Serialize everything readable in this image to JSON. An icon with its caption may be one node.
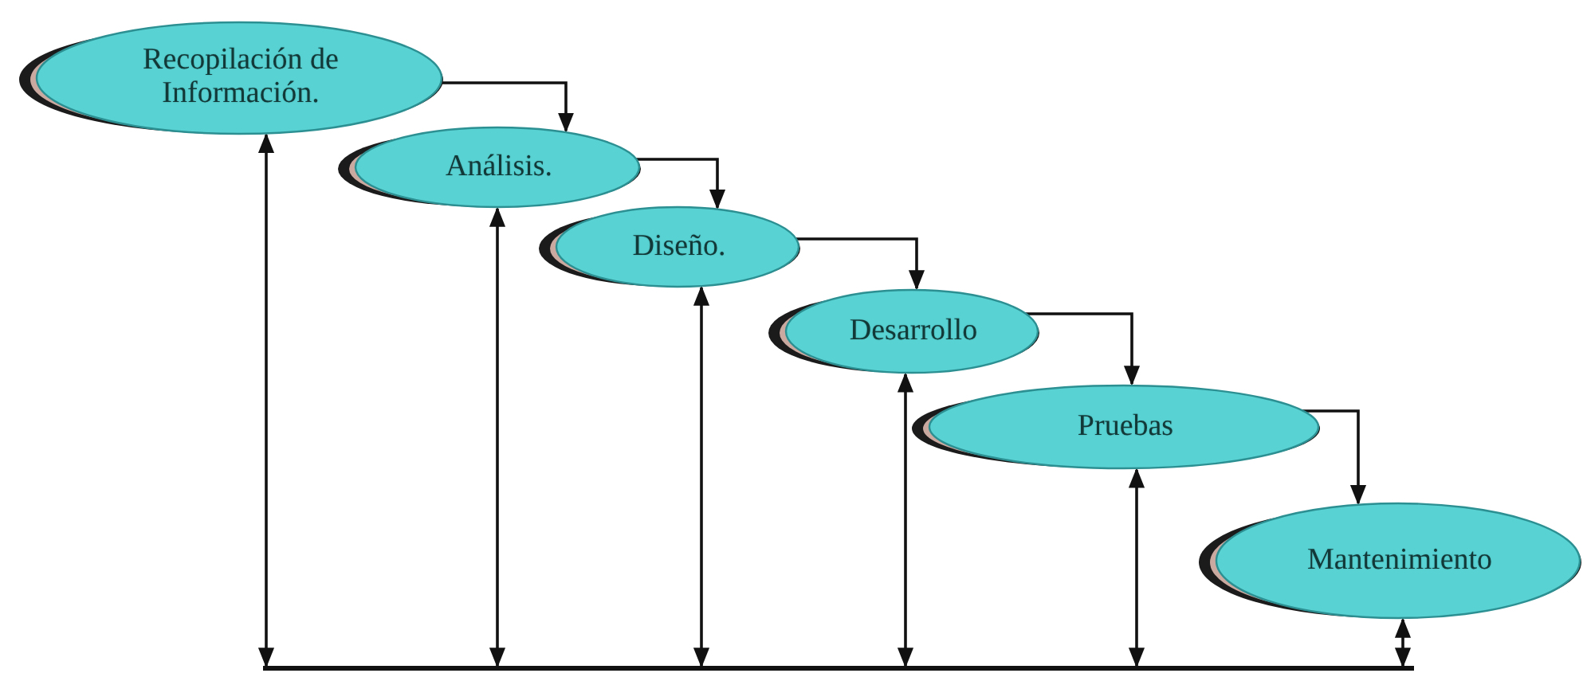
{
  "diagram": {
    "nodes": [
      {
        "text": [
          "Recopilación de Información."
        ]
      },
      {
        "text": [
          "Análisis."
        ]
      },
      {
        "text": [
          "Diseño."
        ]
      },
      {
        "text": [
          "Desarrollo"
        ]
      },
      {
        "text": [
          "Pruebas"
        ]
      },
      {
        "text": [
          "Mantenimiento"
        ]
      },
      {
        "text": [],
        "shape": "bar"
      }
    ],
    "edges": [
      {
        "from": 0,
        "to": 1,
        "arrow": "to"
      },
      {
        "from": 1,
        "to": 2,
        "arrow": "to"
      },
      {
        "from": 2,
        "to": 3,
        "arrow": "to"
      },
      {
        "from": 3,
        "to": 4,
        "arrow": "to"
      },
      {
        "from": 4,
        "to": 5,
        "arrow": "to"
      },
      {
        "from": 6,
        "to": 0,
        "arrow": "both"
      },
      {
        "from": 6,
        "to": 1,
        "arrow": "both"
      },
      {
        "from": 6,
        "to": 2,
        "arrow": "both"
      },
      {
        "from": 6,
        "to": 3,
        "arrow": "both"
      },
      {
        "from": 6,
        "to": 4,
        "arrow": "both"
      },
      {
        "from": 6,
        "to": 5,
        "arrow": "both"
      }
    ]
  }
}
